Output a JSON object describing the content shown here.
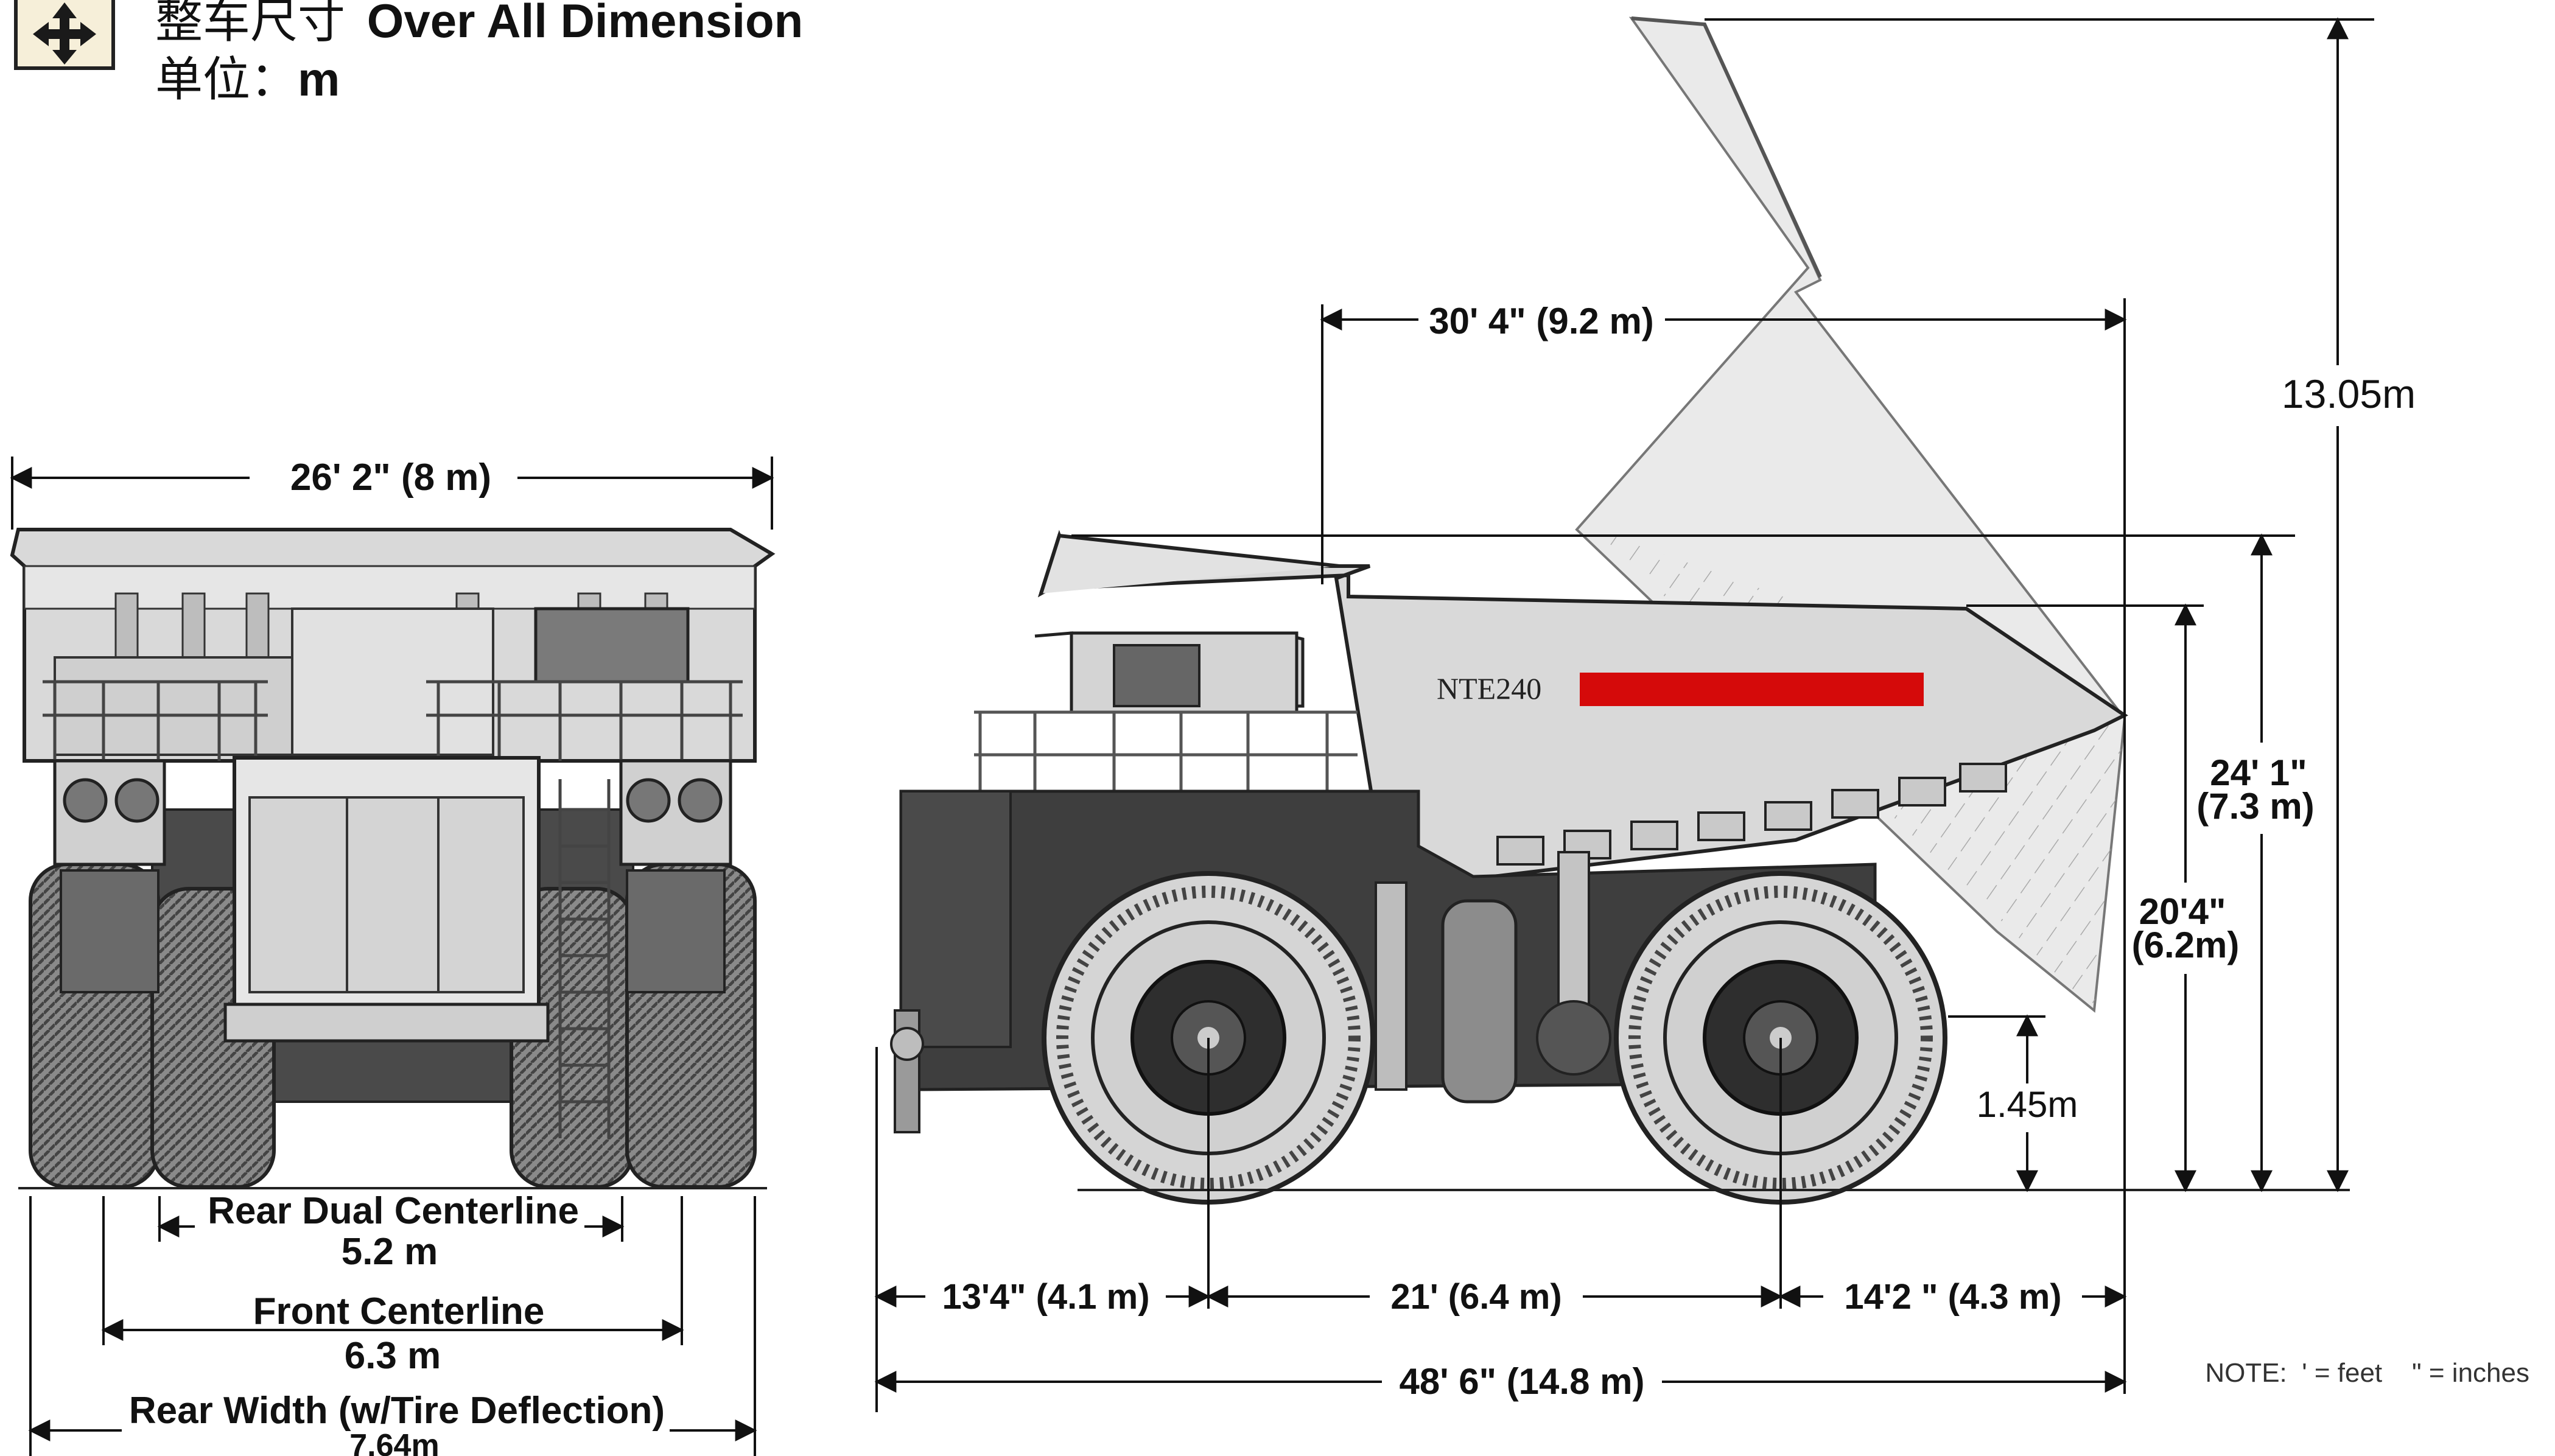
{
  "header": {
    "title_cn": "整车尺寸",
    "title_en": "Over All Dimension",
    "unit_label": "单位：",
    "unit_value": "m",
    "icon": "move-arrows-icon"
  },
  "truck": {
    "model": "NTE240",
    "body_color": "#d8d8d8",
    "accent_red": "#d50a0a",
    "chassis_dark": "#3a3a3a"
  },
  "front_view": {
    "overall_width": "26' 2\" (8 m)",
    "rear_dual_label": "Rear Dual Centerline",
    "rear_dual_value": "5.2 m",
    "front_cl_label": "Front Centerline",
    "front_cl_value": "6.3 m",
    "rear_width_label": "Rear Width (w/Tire Deflection)",
    "rear_width_value": "7.64m"
  },
  "side_view": {
    "dump_reach": "30' 4\" (9.2 m)",
    "dump_height": "13.05m",
    "height_top_ft": "24' 1\"",
    "height_top_m": "(7.3 m)",
    "height_mid_ft": "20'4\"",
    "height_mid_m": "(6.2m)",
    "clearance": "1.45m",
    "front_overhang": "13'4\" (4.1 m)",
    "wheelbase": "21' (6.4 m)",
    "rear_overhang": "14'2 \" (4.3 m)",
    "overall_length": "48' 6\" (14.8 m)"
  },
  "note": "NOTE:  ' = feet    \" = inches"
}
